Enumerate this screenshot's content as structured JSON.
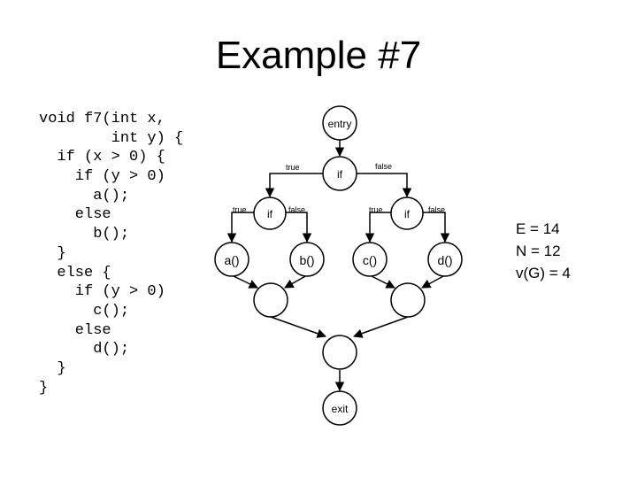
{
  "title": "Example #7",
  "code_lines": [
    "void f7(int x,",
    "        int y) {",
    "  if (x > 0) {",
    "    if (y > 0)",
    "      a();",
    "    else",
    "      b();",
    "  }",
    "  else {",
    "    if (y > 0)",
    "      c();",
    "    else",
    "      d();",
    "  }",
    "}"
  ],
  "graph": {
    "nodes": {
      "entry": "entry",
      "if_top": "if",
      "if_left": "if",
      "if_right": "if",
      "a": "a()",
      "b": "b()",
      "c": "c()",
      "d": "d()",
      "join_left": "",
      "join_right": "",
      "join_mid": "",
      "exit": "exit"
    },
    "edge_labels": {
      "top_true": "true",
      "top_false": "false",
      "left_true": "true",
      "left_false": "false",
      "right_true": "true",
      "right_false": "false"
    }
  },
  "stats": {
    "edges": "E = 14",
    "nodes": "N = 12",
    "complexity": "v(G) = 4"
  }
}
